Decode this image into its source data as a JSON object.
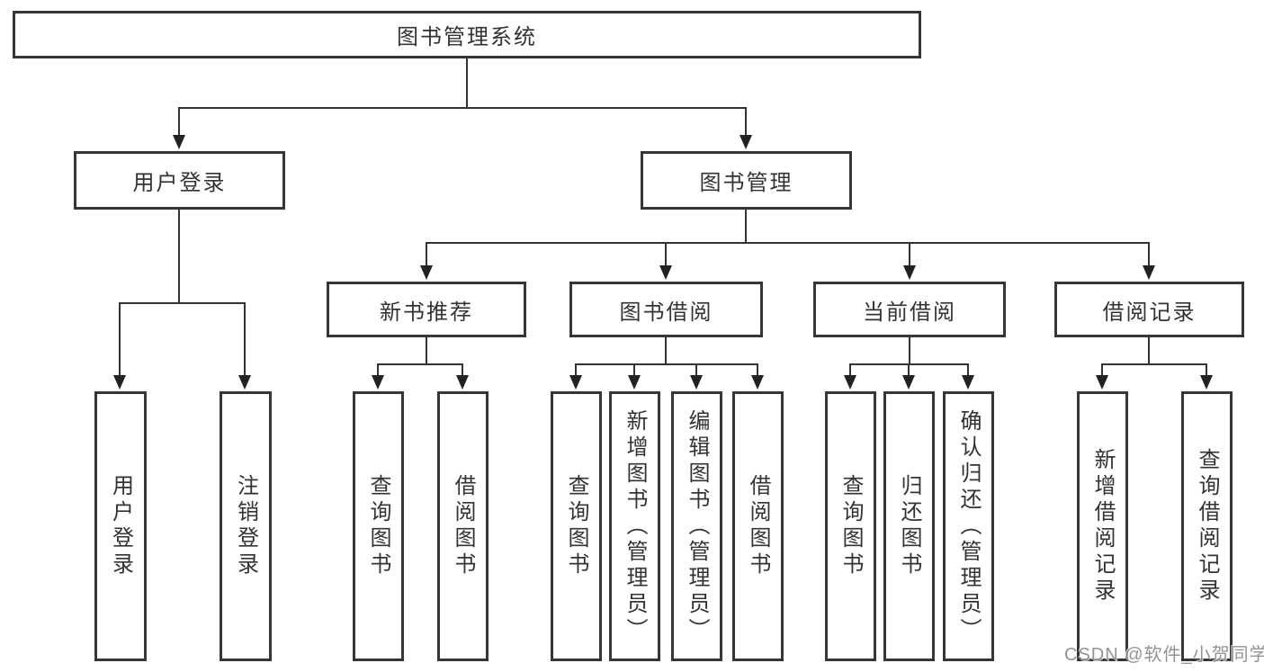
{
  "tree": {
    "root": {
      "label": "图书管理系统"
    },
    "branches": [
      {
        "label": "用户登录",
        "children": [
          {
            "label": "用户登录"
          },
          {
            "label": "注销登录"
          }
        ]
      },
      {
        "label": "图书管理",
        "children": [
          {
            "label": "新书推荐",
            "children": [
              {
                "label": "查询图书"
              },
              {
                "label": "借阅图书"
              }
            ]
          },
          {
            "label": "图书借阅",
            "children": [
              {
                "label": "查询图书"
              },
              {
                "label": "新增图书（管理员）"
              },
              {
                "label": "编辑图书（管理员）"
              },
              {
                "label": "借阅图书"
              }
            ]
          },
          {
            "label": "当前借阅",
            "children": [
              {
                "label": "查询图书"
              },
              {
                "label": "归还图书"
              },
              {
                "label": "确认归还（管理员）"
              }
            ]
          },
          {
            "label": "借阅记录",
            "children": [
              {
                "label": "新增借阅记录"
              },
              {
                "label": "查询借阅记录"
              }
            ]
          }
        ]
      }
    ]
  },
  "watermark": {
    "text": "CSDN @软件_小贺同学"
  },
  "colors": {
    "line": "#333333",
    "border": "#363636",
    "text": "#333333",
    "watermark": "#878787"
  }
}
